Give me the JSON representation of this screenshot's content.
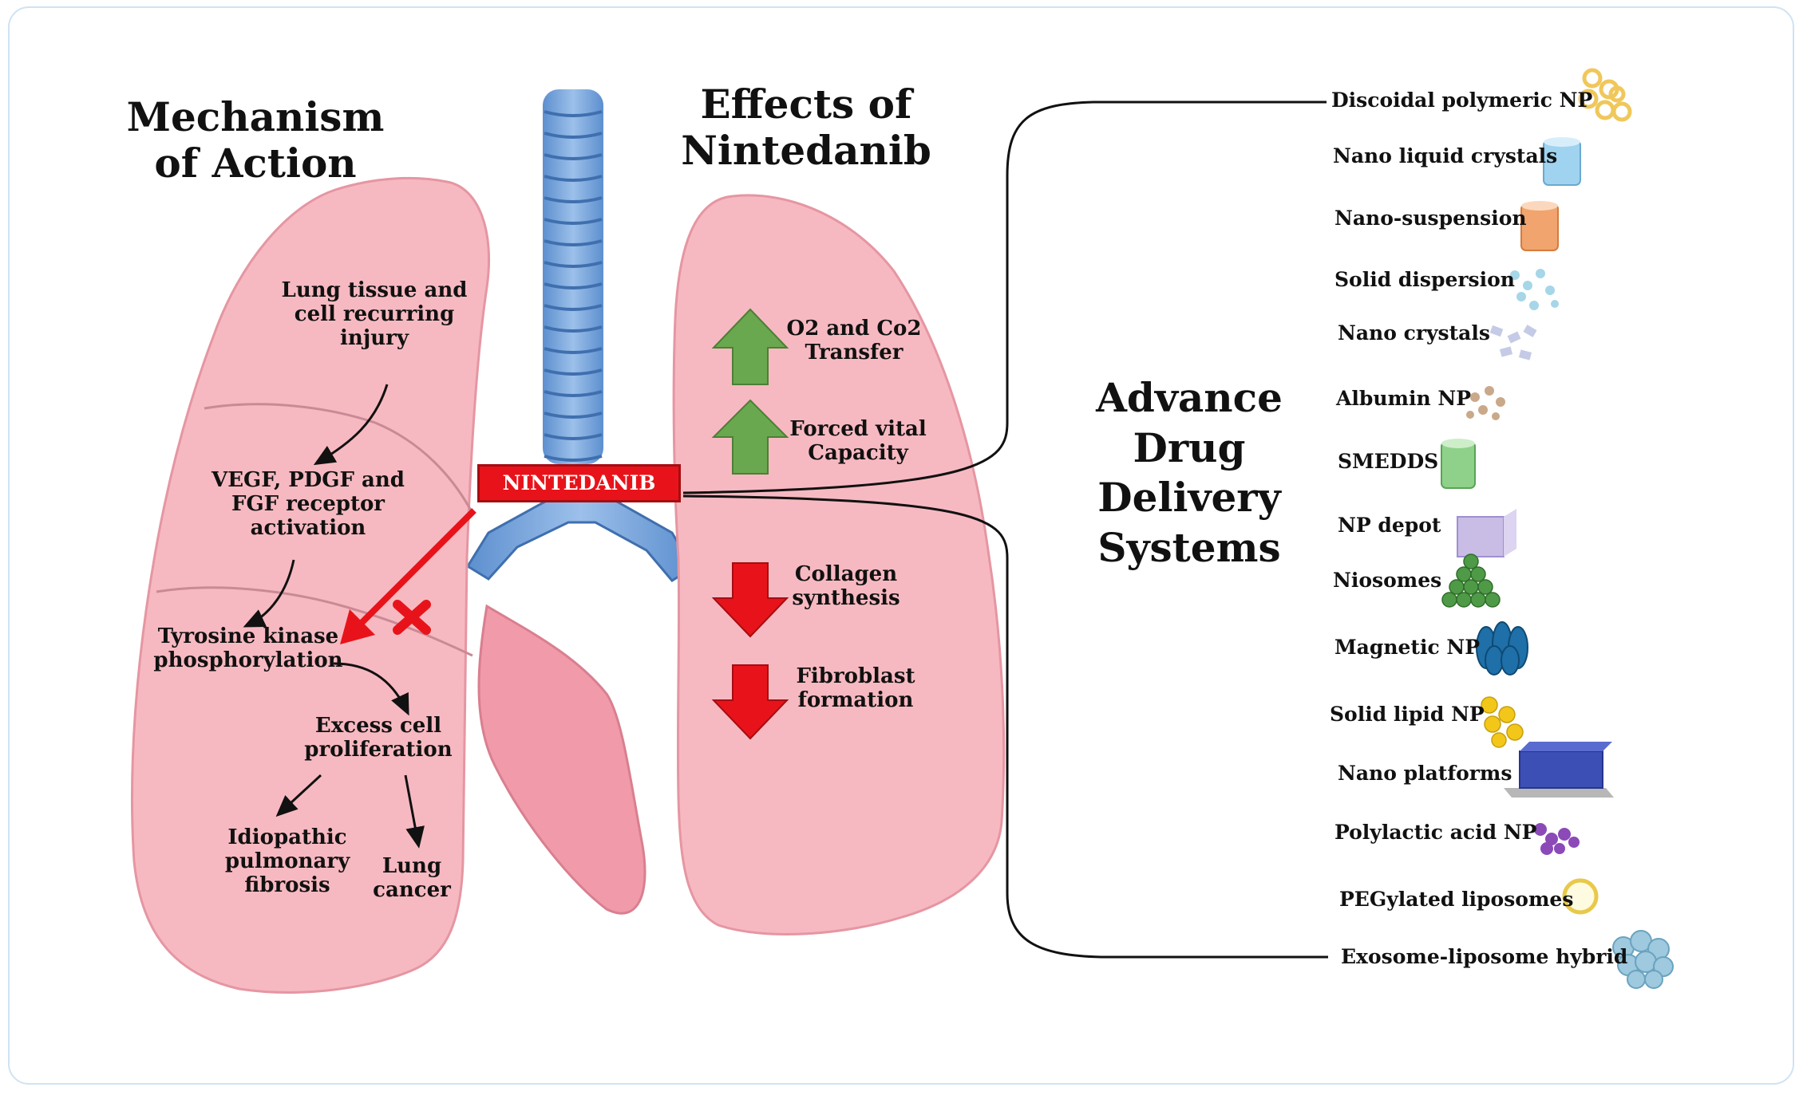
{
  "titles": {
    "mechanism": "Mechanism\nof Action",
    "effects": "Effects of\nNintedanib",
    "advance": "Advance\nDrug\nDelivery\nSystems"
  },
  "drug_label": "NINTEDANIB",
  "mechanism_steps": {
    "injury": "Lung tissue and\ncell recurring\ninjury",
    "receptor": "VEGF, PDGF and\nFGF receptor\nactivation",
    "tyrosine": "Tyrosine kinase\nphosphorylation",
    "proliferation": "Excess cell\nproliferation",
    "ipf": "Idiopathic\npulmonary\nfibrosis",
    "cancer": "Lung\ncancer"
  },
  "effects": {
    "o2": "O2 and Co2\nTransfer",
    "fvc": "Forced vital\nCapacity",
    "collagen": "Collagen\nsynthesis",
    "fibroblast": "Fibroblast\nformation"
  },
  "systems": [
    {
      "label": "Discoidal polymeric NP",
      "icon": "rings-icon"
    },
    {
      "label": "Nano liquid  crystals",
      "icon": "blue-beaker-icon"
    },
    {
      "label": "Nano-suspension",
      "icon": "orange-beaker-icon"
    },
    {
      "label": "Solid dispersion",
      "icon": "dots-icon"
    },
    {
      "label": "Nano crystals",
      "icon": "crystals-icon"
    },
    {
      "label": "Albumin  NP",
      "icon": "beads-icon"
    },
    {
      "label": "SMEDDS",
      "icon": "green-beaker-icon"
    },
    {
      "label": "NP depot",
      "icon": "cube-icon"
    },
    {
      "label": "Niosomes",
      "icon": "pyramid-icon"
    },
    {
      "label": "Magnetic NP",
      "icon": "magnetic-cluster-icon"
    },
    {
      "label": "Solid lipid  NP",
      "icon": "yellow-spheres-icon"
    },
    {
      "label": "Nano platforms",
      "icon": "grid-platform-icon"
    },
    {
      "label": "Polylactic acid NP",
      "icon": "purple-cluster-icon"
    },
    {
      "label": "PEGylated liposomes",
      "icon": "ring-icon"
    },
    {
      "label": "Exosome-liposome hybrid",
      "icon": "exosome-icon"
    }
  ],
  "colors": {
    "lung": "#f7b9c1",
    "lung_stroke": "#e596a2",
    "trachea": "#7ea9dd",
    "drug_red": "#e8131a",
    "up_arrow": "#6aa84f",
    "down_arrow": "#e8131a"
  }
}
